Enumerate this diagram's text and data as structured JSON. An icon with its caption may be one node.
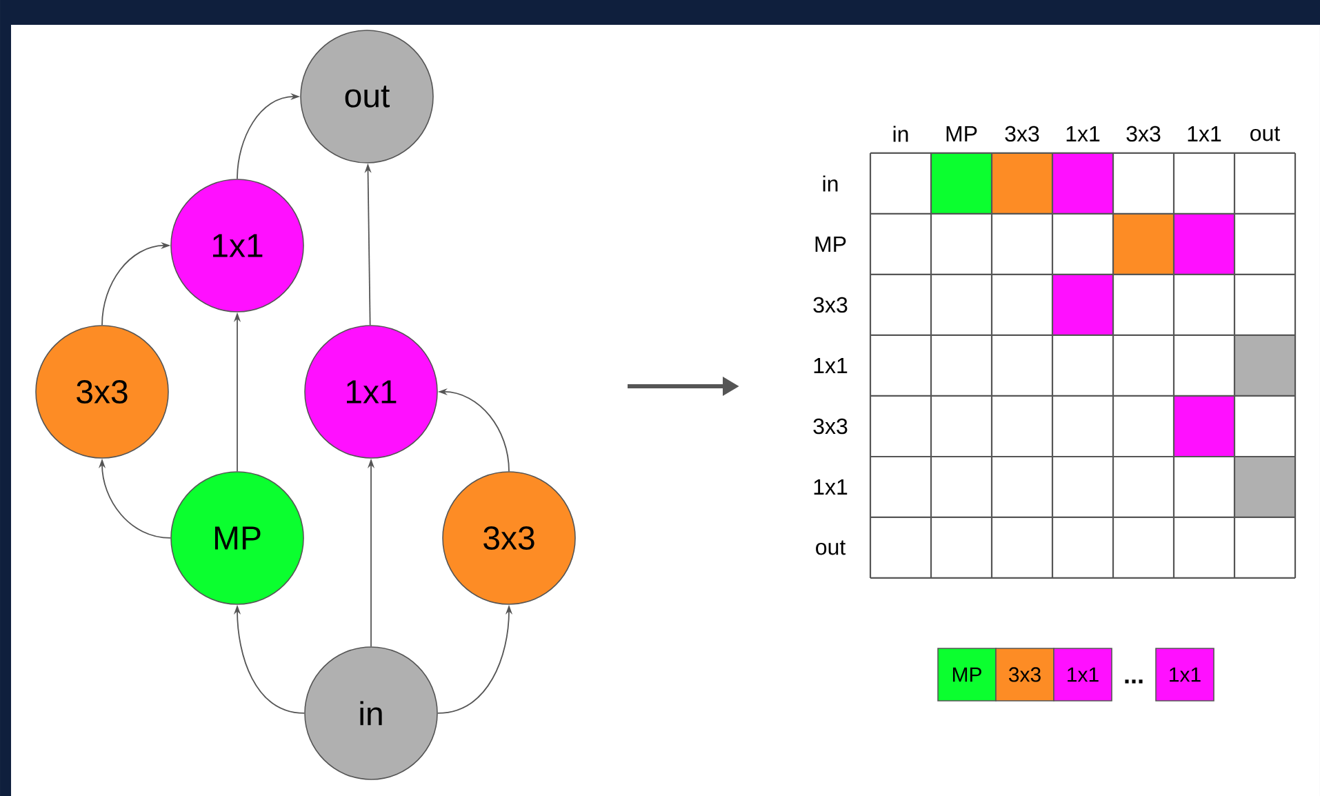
{
  "diagram": {
    "nodes": [
      {
        "text": [
          "out"
        ]
      },
      {
        "text": [
          "1x1"
        ]
      },
      {
        "text": [
          "3x3"
        ]
      },
      {
        "text": [
          "1x1"
        ]
      },
      {
        "text": [
          "MP"
        ]
      },
      {
        "text": [
          "3x3"
        ]
      },
      {
        "text": [
          "in"
        ]
      },
      {
        "text": [
          "MP"
        ]
      },
      {
        "text": [
          "3x3"
        ]
      },
      {
        "text": [
          "1x1"
        ]
      },
      {
        "text": [
          "1x1"
        ]
      }
    ],
    "edges": [
      {
        "from": 6,
        "to": 4,
        "arrow": "to"
      },
      {
        "from": 6,
        "to": 3,
        "arrow": "to"
      },
      {
        "from": 6,
        "to": 5,
        "arrow": "to"
      },
      {
        "from": 4,
        "to": 2,
        "arrow": "to"
      },
      {
        "from": 4,
        "to": 1,
        "arrow": "to"
      },
      {
        "from": 5,
        "to": 3,
        "arrow": "to"
      },
      {
        "from": 2,
        "to": 1,
        "arrow": "to"
      },
      {
        "from": 1,
        "to": 0,
        "arrow": "to"
      },
      {
        "from": 3,
        "to": 0,
        "arrow": "to"
      }
    ],
    "labels": [
      "in",
      "MP",
      "3x3",
      "1x1",
      "3x3",
      "1x1",
      "out",
      "in",
      "MP",
      "3x3",
      "1x1",
      "3x3",
      "1x1",
      "out",
      "..."
    ]
  }
}
